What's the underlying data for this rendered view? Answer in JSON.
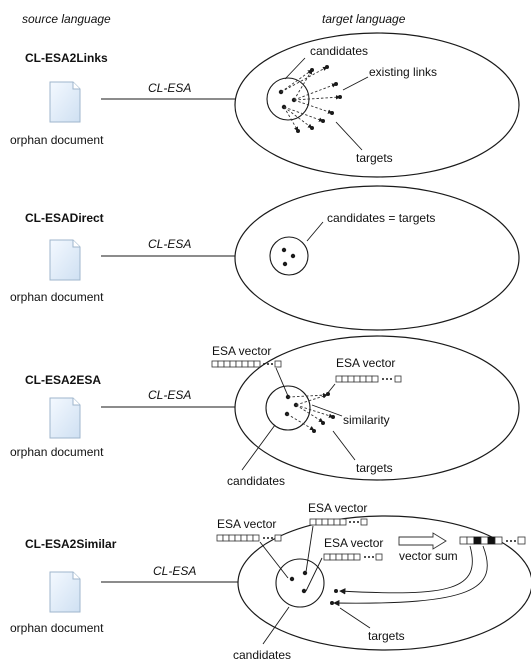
{
  "headers": {
    "source": "source language",
    "target": "target language"
  },
  "panels": [
    {
      "title": "CL-ESA2Links",
      "doc_label": "orphan document",
      "arrow_label": "CL-ESA",
      "labels": {
        "candidates": "candidates",
        "existing_links": "existing links",
        "targets": "targets"
      }
    },
    {
      "title": "CL-ESADirect",
      "doc_label": "orphan document",
      "arrow_label": "CL-ESA",
      "labels": {
        "cand_eq_targets": "candidates = targets"
      }
    },
    {
      "title": "CL-ESA2ESA",
      "doc_label": "orphan document",
      "arrow_label": "CL-ESA",
      "labels": {
        "esa_vector_1": "ESA vector",
        "esa_vector_2": "ESA vector",
        "similarity": "similarity",
        "targets": "targets",
        "candidates": "candidates"
      }
    },
    {
      "title": "CL-ESA2Similar",
      "doc_label": "orphan document",
      "arrow_label": "CL-ESA",
      "labels": {
        "esa_vector_1": "ESA vector",
        "esa_vector_2": "ESA vector",
        "esa_vector_3": "ESA vector",
        "vector_sum": "vector sum",
        "targets": "targets",
        "candidates": "candidates"
      }
    }
  ],
  "colors": {
    "document_fill": "#e4effa",
    "document_stroke": "#9fb6cc",
    "line": "#1a1a1a"
  }
}
